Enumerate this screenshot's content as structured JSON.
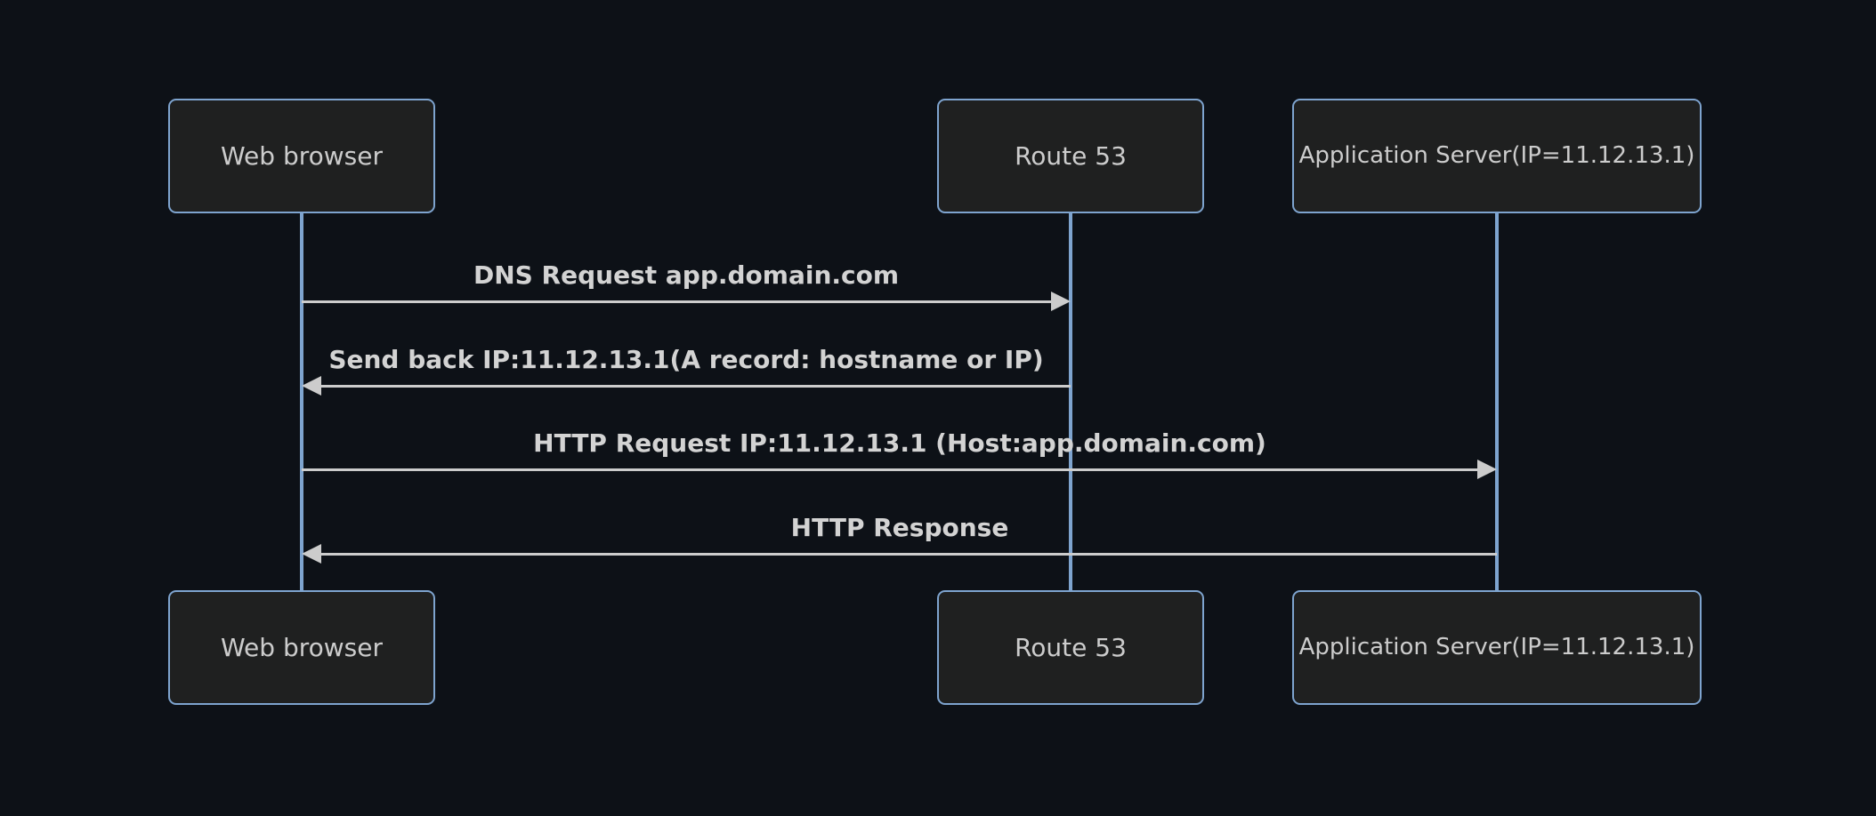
{
  "diagram": {
    "type": "sequence-diagram",
    "actors": [
      {
        "id": "web-browser",
        "label": "Web browser"
      },
      {
        "id": "route-53",
        "label": "Route 53"
      },
      {
        "id": "app-server",
        "label": "Application Server(IP=11.12.13.1)"
      }
    ],
    "messages": [
      {
        "from": "web-browser",
        "to": "route-53",
        "direction": "right",
        "label": "DNS Request app.domain.com"
      },
      {
        "from": "route-53",
        "to": "web-browser",
        "direction": "left",
        "label": "Send back IP:11.12.13.1(A record: hostname or IP)"
      },
      {
        "from": "web-browser",
        "to": "app-server",
        "direction": "right",
        "label": "HTTP Request IP:11.12.13.1 (Host:app.domain.com)"
      },
      {
        "from": "app-server",
        "to": "web-browser",
        "direction": "left",
        "label": "HTTP Response"
      }
    ],
    "colors": {
      "background": "#0d1117",
      "actor_fill": "#1f2020",
      "actor_border": "#7ea4cf",
      "actor_text": "#cccccc",
      "lifeline": "#7ea4cf",
      "signal": "#cccccc",
      "message_text": "#d3d3d3"
    }
  }
}
